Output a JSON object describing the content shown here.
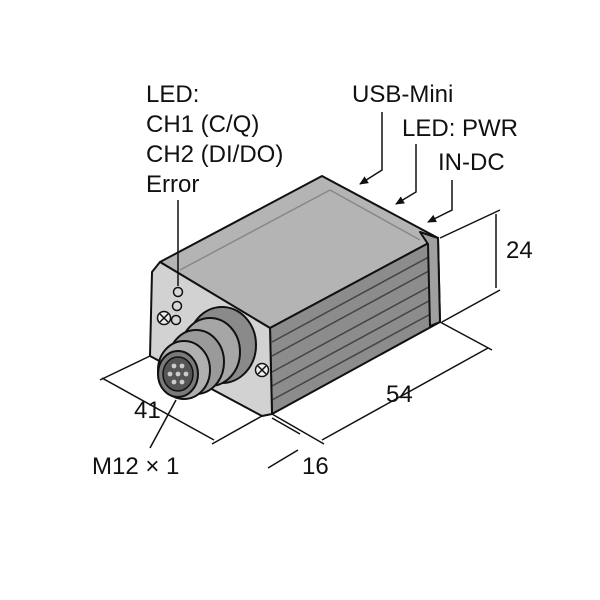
{
  "labels": {
    "led_title": "LED:",
    "ch1": "CH1 (C/Q)",
    "ch2": "CH2 (DI/DO)",
    "error": "Error",
    "usb": "USB-Mini",
    "led_pwr": "LED: PWR",
    "in_dc": "IN-DC"
  },
  "dimensions": {
    "height": "24",
    "length": "54",
    "width": "41",
    "connector_depth": "16",
    "thread": "M12 × 1"
  },
  "colors": {
    "housing_top": "#b4b4b4",
    "housing_side": "#8c8c8c",
    "housing_front": "#d2d2d2",
    "connector": "#9a9a9a",
    "outline": "#111111"
  }
}
